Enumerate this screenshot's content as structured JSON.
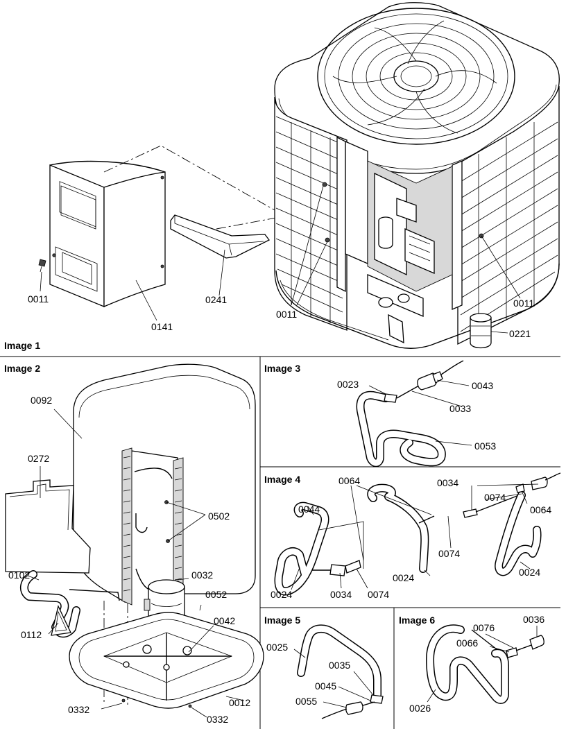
{
  "panels": [
    {
      "title": "Image 1"
    },
    {
      "title": "Image 2"
    },
    {
      "title": "Image 3"
    },
    {
      "title": "Image 4"
    },
    {
      "title": "Image 5"
    },
    {
      "title": "Image 6"
    }
  ],
  "labels": {
    "i1_0011_a": "0011",
    "i1_0141": "0141",
    "i1_0241": "0241",
    "i1_0011_b": "0011",
    "i1_0011_c": "0011",
    "i1_0221": "0221",
    "i2_0092": "0092",
    "i2_0272": "0272",
    "i2_0502": "0502",
    "i2_0102": "0102",
    "i2_0032": "0032",
    "i2_0052": "0052",
    "i2_0042": "0042",
    "i2_0112": "0112",
    "i2_0332_a": "0332",
    "i2_0012": "0012",
    "i2_0332_b": "0332",
    "i3_0023": "0023",
    "i3_0043": "0043",
    "i3_0033": "0033",
    "i3_0053": "0053",
    "i4_0064_a": "0064",
    "i4_0034_a": "0034",
    "i4_0044": "0044",
    "i4_0074_a": "0074",
    "i4_0064_b": "0064",
    "i4_0074_b": "0074",
    "i4_0024_a": "0024",
    "i4_0024_b": "0024",
    "i4_0024_c": "0024",
    "i4_0034_b": "0034",
    "i4_0074_c": "0074",
    "i5_0025": "0025",
    "i5_0035": "0035",
    "i5_0045": "0045",
    "i5_0055": "0055",
    "i6_0076": "0076",
    "i6_0036": "0036",
    "i6_0066": "0066",
    "i6_0026": "0026"
  }
}
